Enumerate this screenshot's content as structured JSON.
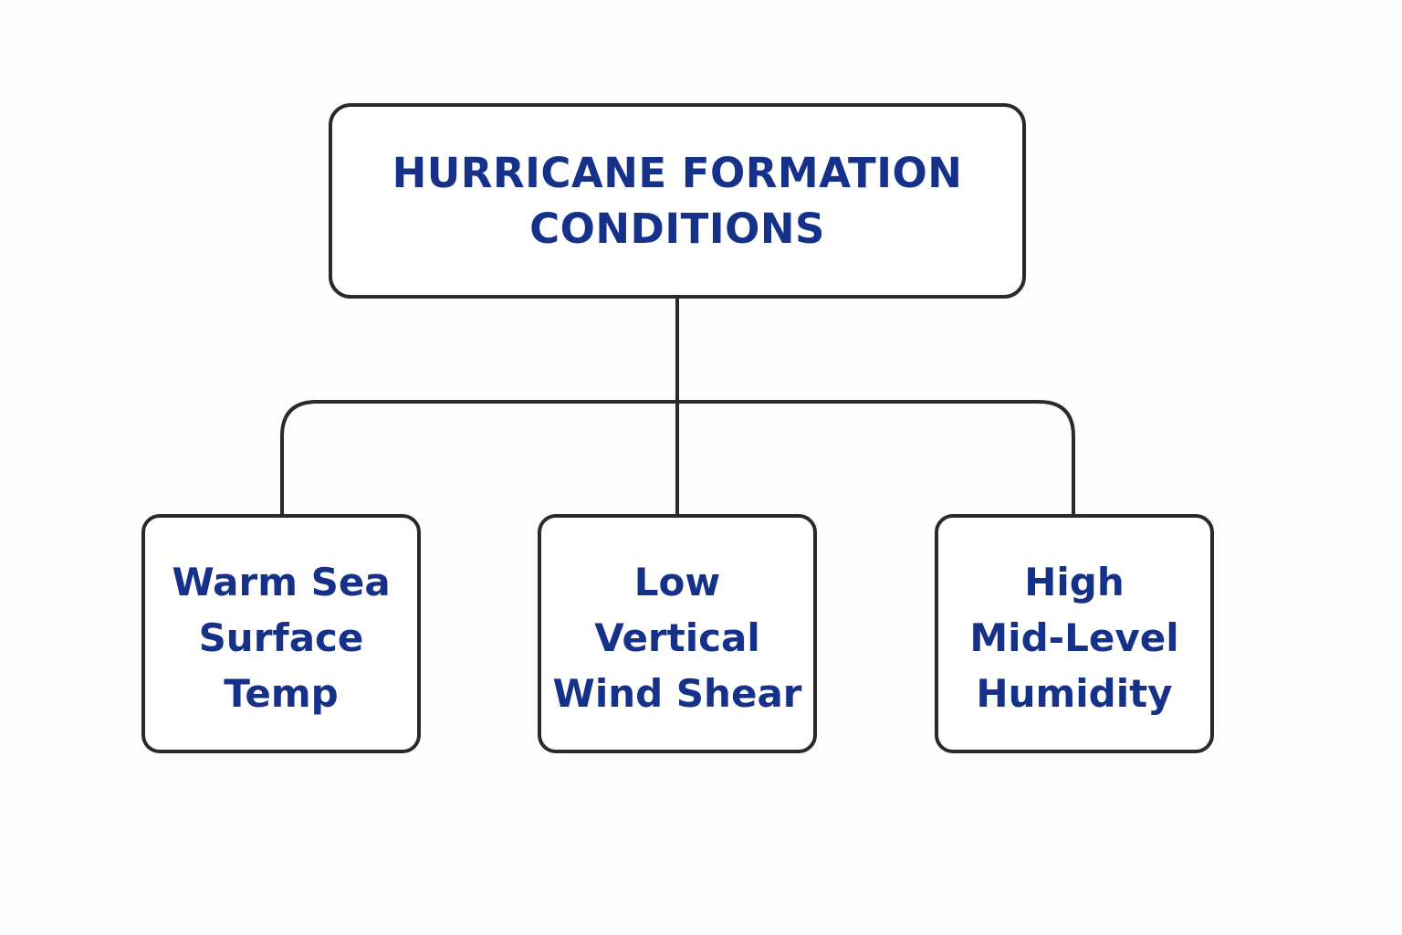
{
  "diagram": {
    "root": {
      "lines": [
        "HURRICANE FORMATION",
        "CONDITIONS"
      ]
    },
    "children": [
      {
        "id": "warm-sea-surface-temp",
        "lines": [
          "Warm Sea",
          "Surface",
          "Temp"
        ]
      },
      {
        "id": "low-vertical-wind-shear",
        "lines": [
          "Low",
          "Vertical",
          "Wind Shear"
        ]
      },
      {
        "id": "high-mid-level-humidity",
        "lines": [
          "High",
          "Mid-Level",
          "Humidity"
        ]
      }
    ]
  },
  "colors": {
    "text": "#16318a",
    "stroke": "#2a2a2a",
    "background": "#fdfdfd"
  }
}
